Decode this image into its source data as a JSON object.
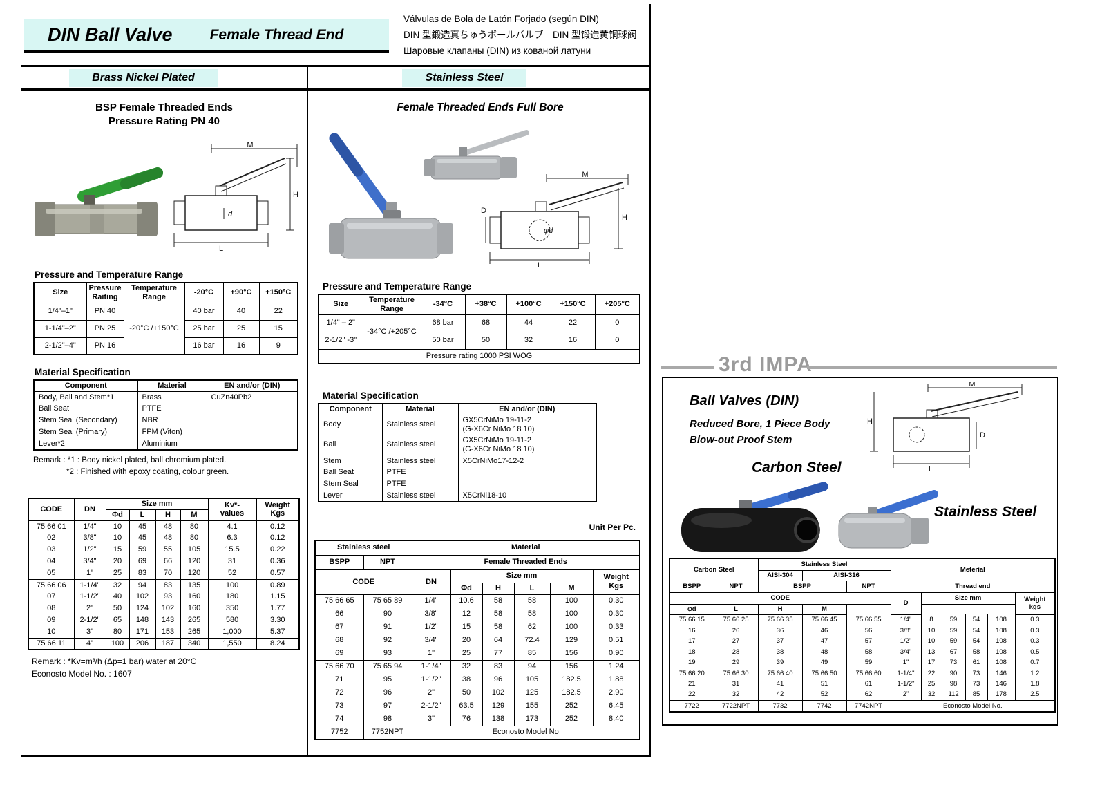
{
  "header": {
    "title": "DIN Ball Valve",
    "subtitle": "Female Thread End",
    "translations": [
      "Válvulas de Bola de Latón Forjado (según DIN)",
      "DIN 型鍛造真ちゅうボールバルブ　DIN 型锻造黄铜球阀",
      "Шаровые клапаны (DIN) из кованой латуни"
    ]
  },
  "brass": {
    "section_title": "Brass Nickel Plated",
    "heading1": "BSP Female Threaded Ends",
    "heading2": "Pressure Rating PN 40",
    "drawing": {
      "m": "M",
      "h": "H",
      "d": "d",
      "l": "L"
    },
    "pt": {
      "title": "Pressure and Temperature Range",
      "h_size": "Size",
      "h_pressure": "Pressure Raiting",
      "h_temp": "Temperature Range",
      "h_t1": "-20°C",
      "h_t2": "+90°C",
      "h_t3": "+150°C",
      "temp_range": "-20°C /+150°C",
      "rows": [
        {
          "size": "1/4\"–1\"",
          "pn": "PN 40",
          "t1": "40 bar",
          "t2": "40",
          "t3": "22"
        },
        {
          "size": "1-1/4\"–2\"",
          "pn": "PN 25",
          "t1": "25 bar",
          "t2": "25",
          "t3": "15"
        },
        {
          "size": "2-1/2\"–4\"",
          "pn": "PN 16",
          "t1": "16 bar",
          "t2": "16",
          "t3": "9"
        }
      ]
    },
    "mat": {
      "title": "Material Specification",
      "h_component": "Component",
      "h_material": "Material",
      "h_din": "EN and/or (DIN)",
      "rows": [
        [
          "Body, Ball and Stem*1",
          "Brass",
          "CuZn40Pb2"
        ],
        [
          "Ball Seat",
          "PTFE",
          ""
        ],
        [
          "Stem Seal (Secondary)",
          "NBR",
          ""
        ],
        [
          "Stem Seal (Primary)",
          "FPM (Viton)",
          ""
        ],
        [
          "Lever*2",
          "Aluminium",
          ""
        ]
      ],
      "remark1": "Remark :  *1 : Body nickel plated, ball chromium plated.",
      "remark2": "*2 : Finished with epoxy coating, colour green."
    },
    "table": {
      "h_code": "CODE",
      "h_dn": "DN",
      "h_size": "Size mm",
      "sub": [
        "Φd",
        "L",
        "H",
        "M"
      ],
      "h_kv": "Kv*-\nvalues",
      "h_weight": "Weight\nKgs",
      "rows": [
        [
          "75 66 01",
          "1/4\"",
          "10",
          "45",
          "48",
          "80",
          "4.1",
          "0.12"
        ],
        [
          "02",
          "3/8\"",
          "10",
          "45",
          "48",
          "80",
          "6.3",
          "0.12"
        ],
        [
          "03",
          "1/2\"",
          "15",
          "59",
          "55",
          "105",
          "15.5",
          "0.22"
        ],
        [
          "04",
          "3/4\"",
          "20",
          "69",
          "66",
          "120",
          "31",
          "0.36"
        ],
        [
          "05",
          "1\"",
          "25",
          "83",
          "70",
          "120",
          "52",
          "0.57"
        ],
        [
          "75 66 06",
          "1-1/4\"",
          "32",
          "94",
          "83",
          "135",
          "100",
          "0.89"
        ],
        [
          "07",
          "1-1/2\"",
          "40",
          "102",
          "93",
          "160",
          "180",
          "1.15"
        ],
        [
          "08",
          "2\"",
          "50",
          "124",
          "102",
          "160",
          "350",
          "1.77"
        ],
        [
          "09",
          "2-1/2\"",
          "65",
          "148",
          "143",
          "265",
          "580",
          "3.30"
        ],
        [
          "10",
          "3\"",
          "80",
          "171",
          "153",
          "265",
          "1,000",
          "5.37"
        ],
        [
          "75 66 11",
          "4\"",
          "100",
          "206",
          "187",
          "340",
          "1,550",
          "8.24"
        ]
      ],
      "remark": "Remark : *Kv=m³/h (Δp=1 bar) water at 20°C",
      "model": "Econosto Model No. : 1607"
    }
  },
  "stainless": {
    "section_title": "Stainless Steel",
    "heading": "Female Threaded Ends Full Bore",
    "drawing": {
      "m": "M",
      "h": "H",
      "d_out": "D",
      "d_in": "φd",
      "l": "L"
    },
    "pt": {
      "title": "Pressure and Temperature Range",
      "h_size": "Size",
      "h_temp": "Temperature Range",
      "h_t1": "-34°C",
      "h_t2": "+38°C",
      "h_t3": "+100°C",
      "h_t4": "+150°C",
      "h_t5": "+205°C",
      "temp_range": "-34°C /+205°C",
      "rows": [
        {
          "size": "1/4\" – 2\"",
          "t1": "68 bar",
          "t2": "68",
          "t3": "44",
          "t4": "22",
          "t5": "0"
        },
        {
          "size": "2-1/2\" -3\"",
          "t1": "50 bar",
          "t2": "50",
          "t3": "32",
          "t4": "16",
          "t5": "0"
        }
      ],
      "psi_note": "Pressure rating 1000 PSI WOG"
    },
    "mat": {
      "title": "Material Specification",
      "h_component": "Component",
      "h_material": "Material",
      "h_din": "EN and/or (DIN)",
      "rows": [
        [
          "Body",
          "Stainless steel",
          "GX5CrNiMo 19-11-2\n(G-X6Cr NiMo 18 10)"
        ],
        [
          "Ball",
          "Stainless steel",
          "GX5CrNiMo 19-11-2\n(G-X6Cr NiMo 18 10)"
        ],
        [
          "Stem",
          "Stainless steel",
          "X5CrNiMo17-12-2"
        ],
        [
          "Ball Seat",
          "PTFE",
          ""
        ],
        [
          "Stem Seal",
          "PTFE",
          ""
        ],
        [
          "Lever",
          "Stainless steel",
          "X5CrNi18-10"
        ]
      ]
    },
    "unit_note": "Unit Per Pc.",
    "table": {
      "h_ss": "Stainless steel",
      "h_material": "Material",
      "h_bspp": "BSPP",
      "h_npt": "NPT",
      "h_fte": "Female Threaded Ends",
      "h_code": "CODE",
      "h_dn": "DN",
      "h_size": "Size mm",
      "sub": [
        "Φd",
        "H",
        "L",
        "M"
      ],
      "h_weight": "Weight\nKgs",
      "rows": [
        [
          "75 66 65",
          "75 65 89",
          "1/4\"",
          "10.6",
          "58",
          "58",
          "100",
          "0.30"
        ],
        [
          "66",
          "90",
          "3/8\"",
          "12",
          "58",
          "58",
          "100",
          "0.30"
        ],
        [
          "67",
          "91",
          "1/2\"",
          "15",
          "58",
          "62",
          "100",
          "0.33"
        ],
        [
          "68",
          "92",
          "3/4\"",
          "20",
          "64",
          "72.4",
          "129",
          "0.51"
        ],
        [
          "69",
          "93",
          "1\"",
          "25",
          "77",
          "85",
          "156",
          "0.90"
        ],
        [
          "75 66 70",
          "75 65 94",
          "1-1/4\"",
          "32",
          "83",
          "94",
          "156",
          "1.24"
        ],
        [
          "71",
          "95",
          "1-1/2\"",
          "38",
          "96",
          "105",
          "182.5",
          "1.88"
        ],
        [
          "72",
          "96",
          "2\"",
          "50",
          "102",
          "125",
          "182.5",
          "2.90"
        ],
        [
          "73",
          "97",
          "2-1/2\"",
          "63.5",
          "129",
          "155",
          "252",
          "6.45"
        ],
        [
          "74",
          "98",
          "3\"",
          "76",
          "138",
          "173",
          "252",
          "8.40"
        ]
      ],
      "footer": [
        "7752",
        "7752NPT",
        "Econosto Model No"
      ]
    }
  },
  "impa": {
    "title": "3rd IMPA",
    "product_title": "Ball Valves (DIN)",
    "feature1": "Reduced Bore, 1 Piece Body",
    "feature2": "Blow-out Proof Stem",
    "carbon_label": "Carbon Steel",
    "stainless_label": "Stainless Steel",
    "drawing": {
      "m": "M",
      "h": "H",
      "d": "D",
      "l": "L"
    },
    "table": {
      "h_carbon": "Carbon Steel",
      "h_stainless": "Stainless Steel",
      "h_material": "Meterial",
      "h_304": "AISI-304",
      "h_316": "AISI-316",
      "h_bspp": "BSPP",
      "h_npt": "NPT",
      "h_thread": "Thread end",
      "h_code": "CODE",
      "h_d": "D",
      "h_size": "Size mm",
      "sub": [
        "φd",
        "L",
        "H",
        "M"
      ],
      "h_weight": "Weight\nkgs",
      "rows": [
        [
          "75 66 15",
          "75 66 25",
          "75 66 35",
          "75 66 45",
          "75 66 55",
          "1/4\"",
          "8",
          "59",
          "54",
          "108",
          "0.3"
        ],
        [
          "16",
          "26",
          "36",
          "46",
          "56",
          "3/8\"",
          "10",
          "59",
          "54",
          "108",
          "0.3"
        ],
        [
          "17",
          "27",
          "37",
          "47",
          "57",
          "1/2\"",
          "10",
          "59",
          "54",
          "108",
          "0.3"
        ],
        [
          "18",
          "28",
          "38",
          "48",
          "58",
          "3/4\"",
          "13",
          "67",
          "58",
          "108",
          "0.5"
        ],
        [
          "19",
          "29",
          "39",
          "49",
          "59",
          "1\"",
          "17",
          "73",
          "61",
          "108",
          "0.7"
        ],
        [
          "75 66 20",
          "75 66 30",
          "75 66 40",
          "75 66 50",
          "75 66 60",
          "1-1/4\"",
          "22",
          "90",
          "73",
          "146",
          "1.2"
        ],
        [
          "21",
          "31",
          "41",
          "51",
          "61",
          "1-1/2\"",
          "25",
          "98",
          "73",
          "146",
          "1.8"
        ],
        [
          "22",
          "32",
          "42",
          "52",
          "62",
          "2\"",
          "32",
          "112",
          "85",
          "178",
          "2.5"
        ]
      ],
      "footer": [
        "7722",
        "7722NPT",
        "7732",
        "7742",
        "7742NPT",
        "Econosto Model No."
      ]
    }
  },
  "colors": {
    "highlight": "#d8f6f3",
    "handle_green": "#2f9e35",
    "handle_blue": "#3b6fd0",
    "impa_gray": "#9b9b9b",
    "carbon_black": "#171717",
    "steel_gray": "#b7babd"
  }
}
